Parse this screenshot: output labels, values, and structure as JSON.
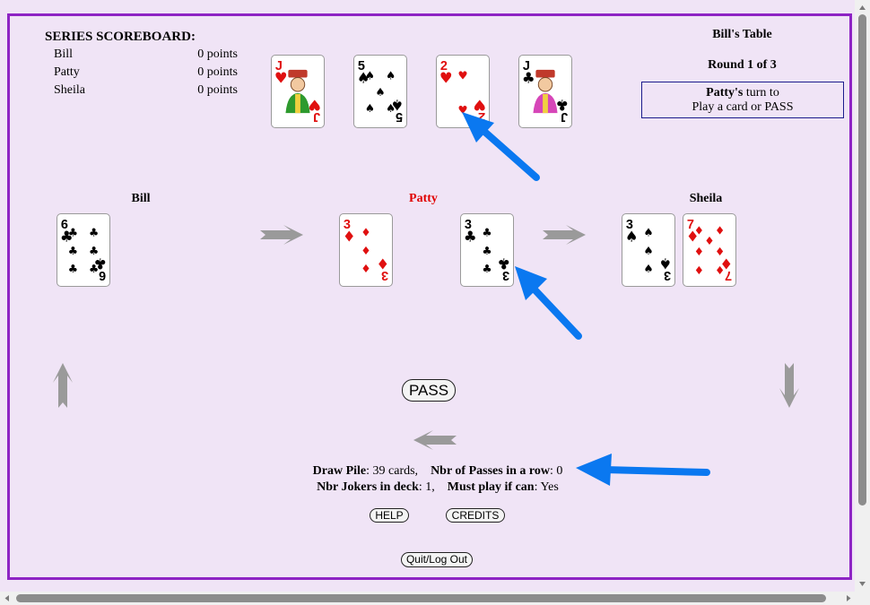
{
  "scoreboard": {
    "title": "SERIES SCOREBOARD:",
    "rows": [
      {
        "name": "Bill",
        "points": "0 points"
      },
      {
        "name": "Patty",
        "points": "0 points"
      },
      {
        "name": "Sheila",
        "points": "0 points"
      }
    ]
  },
  "table_title": "Bill's Table",
  "round": "Round 1 of 3",
  "turn": {
    "player": "Patty's",
    "turn_text": " turn to",
    "prompt": "Play a card or PASS"
  },
  "top_cards": [
    {
      "rank": "J",
      "suit": "hearts"
    },
    {
      "rank": "5",
      "suit": "spades"
    },
    {
      "rank": "2",
      "suit": "hearts"
    },
    {
      "rank": "J",
      "suit": "clubs"
    }
  ],
  "players": [
    {
      "name": "Bill",
      "cards": [
        {
          "rank": "6",
          "suit": "clubs"
        }
      ]
    },
    {
      "name": "Patty",
      "cards": [
        {
          "rank": "3",
          "suit": "diamonds"
        },
        {
          "rank": "3",
          "suit": "clubs"
        }
      ]
    },
    {
      "name": "Sheila",
      "cards": [
        {
          "rank": "3",
          "suit": "spades"
        },
        {
          "rank": "7",
          "suit": "diamonds"
        }
      ]
    }
  ],
  "active_player_color": "#e00000",
  "buttons": {
    "pass": "PASS",
    "help": "HELP",
    "credits": "CREDITS",
    "quit": "Quit/Log Out"
  },
  "info": {
    "draw_pile_label": "Draw Pile",
    "draw_pile_value": ": 39 cards,",
    "passes_label": "Nbr of Passes in a row",
    "passes_value": ": 0",
    "jokers_label": "Nbr Jokers in deck",
    "jokers_value": ": 1,",
    "must_play_label": "Must play if can",
    "must_play_value": ": Yes"
  },
  "colors": {
    "background": "#f0e4f6",
    "frame": "#8e24c4",
    "annotation_arrow": "#0a78f0",
    "flow_arrow": "#9a9a9a"
  }
}
